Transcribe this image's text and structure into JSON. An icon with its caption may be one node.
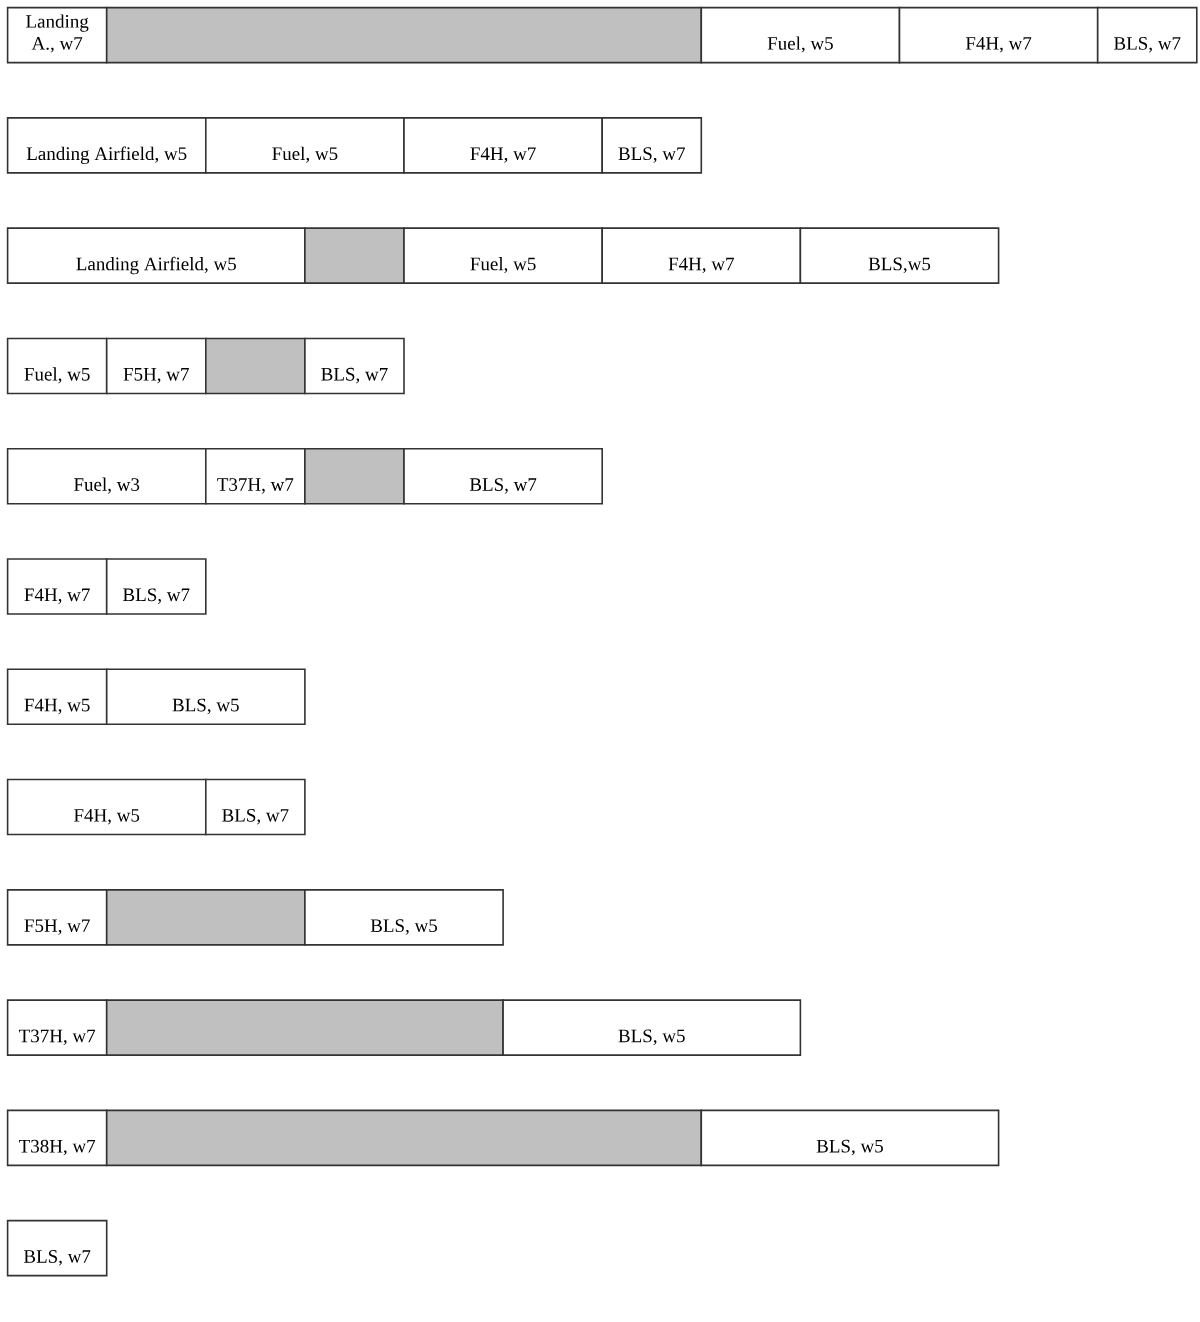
{
  "diagram": {
    "nodes": [
      {
        "text": [
          "Landing A., w7"
        ]
      },
      {
        "text": [],
        "shape": "box"
      },
      {
        "text": [
          "Fuel, w5"
        ]
      },
      {
        "text": [
          "F4H, w7"
        ]
      },
      {
        "text": [
          "BLS, w7"
        ]
      },
      {
        "text": [
          "Landing Airfield, w5"
        ]
      },
      {
        "text": [
          "Fuel, w5"
        ]
      },
      {
        "text": [
          "F4H, w7"
        ]
      },
      {
        "text": [
          "BLS, w7"
        ]
      },
      {
        "text": [
          "Landing Airfield, w5"
        ]
      },
      {
        "text": [],
        "shape": "box"
      },
      {
        "text": [
          "Fuel, w5"
        ]
      },
      {
        "text": [
          "F4H, w7"
        ]
      },
      {
        "text": [
          "BLS,w5"
        ]
      },
      {
        "text": [
          "Fuel, w5"
        ]
      },
      {
        "text": [
          "F5H, w7"
        ]
      },
      {
        "text": [],
        "shape": "box"
      },
      {
        "text": [
          "BLS, w7"
        ]
      },
      {
        "text": [
          "Fuel, w3"
        ]
      },
      {
        "text": [
          "T37H, w7"
        ]
      },
      {
        "text": [],
        "shape": "box"
      },
      {
        "text": [
          "BLS, w7"
        ]
      },
      {
        "text": [
          "F4H, w7"
        ]
      },
      {
        "text": [
          "BLS, w7"
        ]
      },
      {
        "text": [
          "F4H, w5"
        ]
      },
      {
        "text": [
          "BLS, w5"
        ]
      },
      {
        "text": [
          "F4H, w5"
        ]
      },
      {
        "text": [
          "BLS, w7"
        ]
      },
      {
        "text": [
          "F5H, w7"
        ]
      },
      {
        "text": [],
        "shape": "box"
      },
      {
        "text": [
          "BLS, w5"
        ]
      },
      {
        "text": [
          "T37H, w7"
        ]
      },
      {
        "text": [],
        "shape": "box"
      },
      {
        "text": [
          "BLS, w5"
        ]
      },
      {
        "text": [
          "T38H, w7"
        ]
      },
      {
        "text": [],
        "shape": "box"
      },
      {
        "text": [
          "BLS, w5"
        ]
      },
      {
        "text": [
          "BLS, w7"
        ]
      }
    ]
  }
}
